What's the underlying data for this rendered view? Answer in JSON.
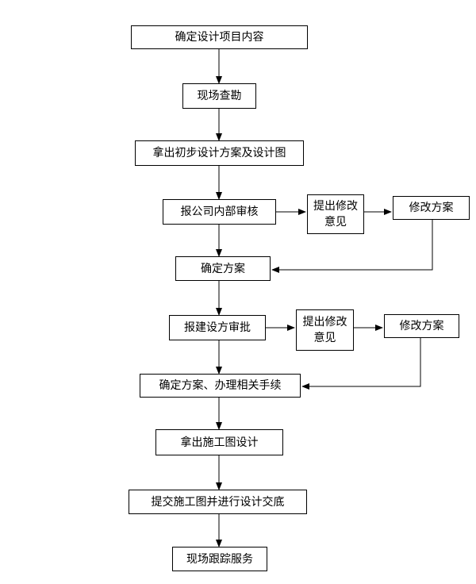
{
  "flowchart": {
    "steps": {
      "s1": "确定设计项目内容",
      "s2": "现场查勘",
      "s3": "拿出初步设计方案及设计图",
      "s4": "报公司内部审核",
      "s5": "确定方案",
      "s6": "报建设方审批",
      "s7": "确定方案、办理相关手续",
      "s8": "拿出施工图设计",
      "s9": "提交施工图并进行设计交底",
      "s10": "现场跟踪服务"
    },
    "branch1": {
      "opinion": "提出修改意见",
      "revise": "修改方案"
    },
    "branch2": {
      "opinion": "提出修改意见",
      "revise": "修改方案"
    }
  }
}
